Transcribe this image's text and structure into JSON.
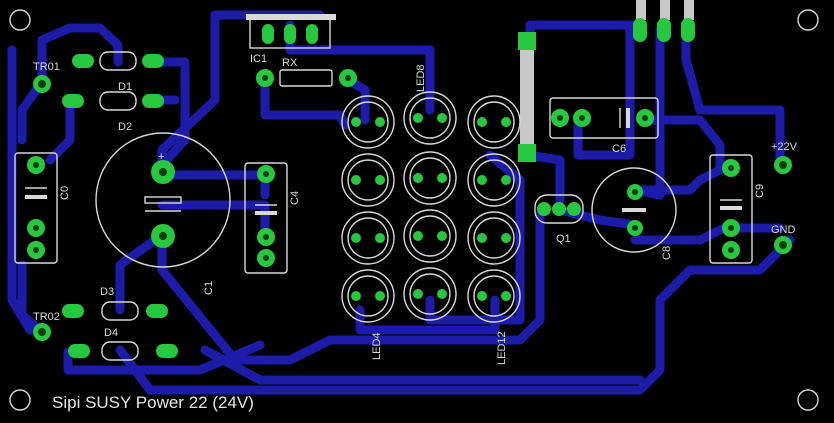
{
  "board_title": "Sipi SUSY Power 22 (24V)",
  "labels": {
    "tr01": "TR01",
    "tr02": "TR02",
    "d1": "D1",
    "d2": "D2",
    "d3": "D3",
    "d4": "D4",
    "c0": "C0",
    "c1": "C1",
    "c4": "C4",
    "c6": "C6",
    "c8": "C8",
    "c9": "C9",
    "ic1": "IC1",
    "rx": "RX",
    "q1": "Q1",
    "led4": "LED4",
    "led8": "LED8",
    "led12": "LED12",
    "plus22": "+22V",
    "gnd": "GND"
  },
  "colors": {
    "background": "#000000",
    "trace": "#1c1ca8",
    "pad": "#27c840",
    "silkscreen": "#d9d9d9"
  }
}
